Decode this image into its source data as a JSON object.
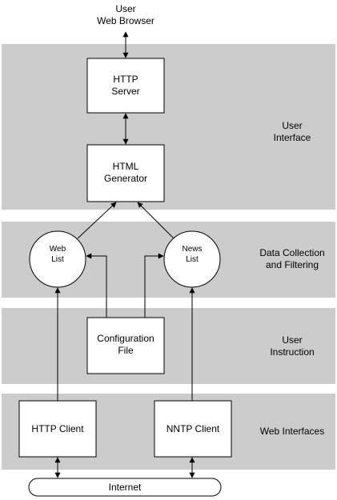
{
  "top_label": "User\nWeb Browser",
  "layers": [
    {
      "label": "User\nInterface"
    },
    {
      "label": "Data Collection\nand Filtering"
    },
    {
      "label": "User\nInstruction"
    },
    {
      "label": "Web Interfaces"
    }
  ],
  "nodes": {
    "http_server": "HTTP\nServer",
    "html_generator": "HTML\nGenerator",
    "web_list": "Web\nList",
    "news_list": "News\nList",
    "config_file": "Configuration\nFile",
    "http_client": "HTTP Client",
    "nntp_client": "NNTP Client",
    "internet": "Internet"
  },
  "colors": {
    "band": "#cccccc",
    "stroke": "#000000",
    "node_fill": "#ffffff"
  }
}
